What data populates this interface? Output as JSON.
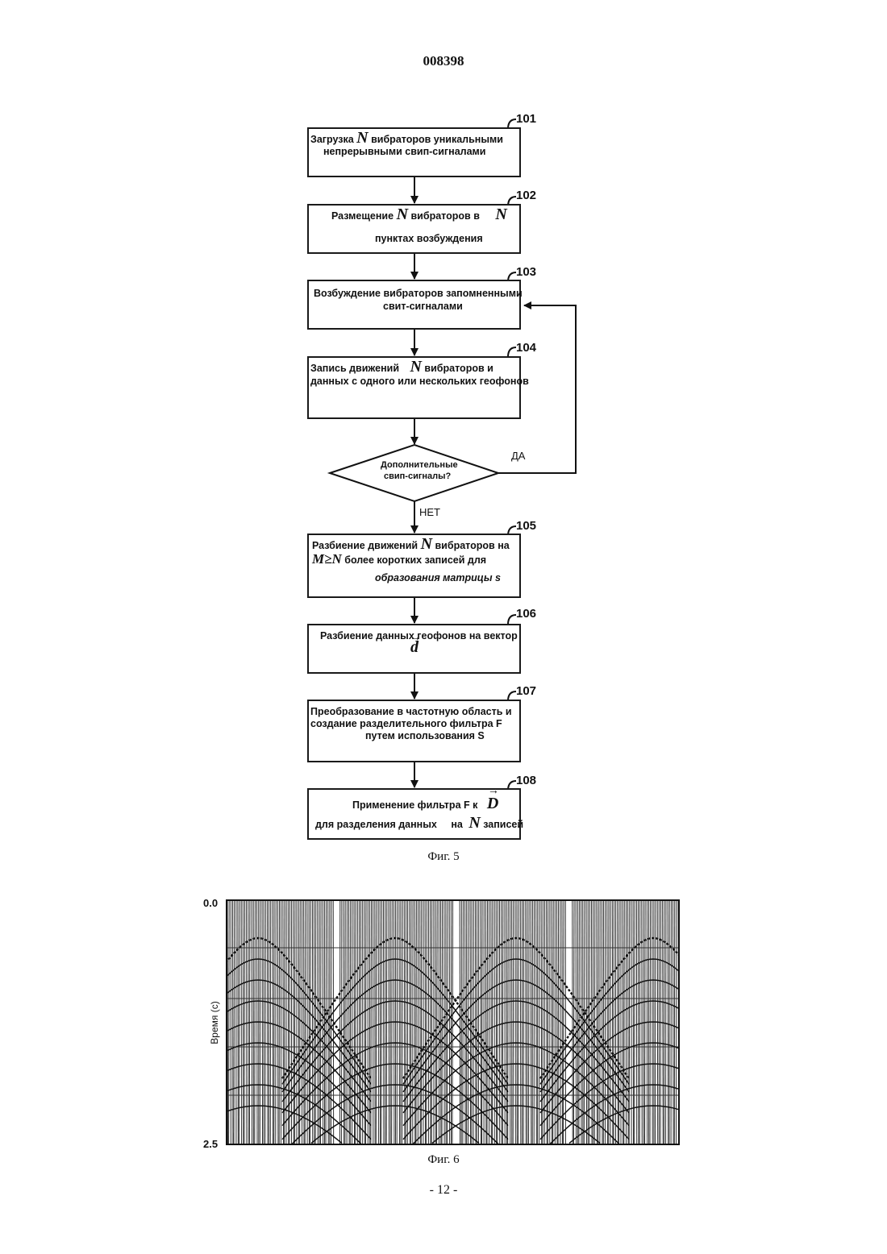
{
  "doc_number": "008398",
  "figure5": {
    "caption": "Фиг. 5",
    "steps": [
      {
        "num": "101",
        "line1a": "Загрузка",
        "symbol": "N",
        "line1b": "вибраторов уникальными",
        "line2": "непрерывными свип-сигналами"
      },
      {
        "num": "102",
        "line1a": "Размещение",
        "symbol": "N",
        "line1b": "вибраторов в",
        "symbol2": "N",
        "line2": "пунктах возбуждения"
      },
      {
        "num": "103",
        "line1": "Возбуждение вибраторов запомненными",
        "line2": "свит-сигналами"
      },
      {
        "num": "104",
        "line1a": "Запись движений",
        "symbol": "N",
        "line1b": "вибраторов и",
        "line2": "данных с одного или нескольких геофонов"
      },
      {
        "num": "105",
        "line1a": "Разбиение движений",
        "symbol": "N",
        "line1b": "вибраторов на",
        "symbol_m": "M≥N",
        "line2": "более коротких записей для",
        "line3": "образования матрицы s"
      },
      {
        "num": "106",
        "line1": "Разбиение данных геофонов на вектор",
        "symbol": "d"
      },
      {
        "num": "107",
        "line1": "Преобразование в частотную область и",
        "line2": "создание разделительного фильтра  F",
        "line3": "путем использования  S"
      },
      {
        "num": "108",
        "line1": "Применение фильтра F к",
        "symbol": "D",
        "line2a": "для разделения данных",
        "line2b": "на",
        "symbol2": "N",
        "line2c": "записей"
      }
    ],
    "decision": {
      "line1": "Дополнительные",
      "line2": "свип-сигналы?",
      "yes": "ДА",
      "no": "НЕТ"
    }
  },
  "figure6": {
    "caption": "Фиг. 6",
    "ylabel": "Время (с)",
    "ytick_top": "0.0",
    "ytick_bottom": "2.5"
  },
  "page_number": "- 12 -"
}
